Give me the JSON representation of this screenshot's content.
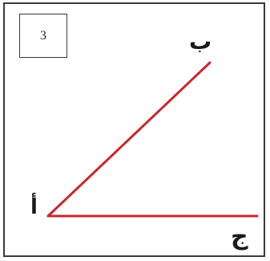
{
  "figure": {
    "number": "3",
    "vertex_labels": {
      "top": "ب",
      "vertex": "أ",
      "right": "ج"
    },
    "line_color": "#c9262e",
    "frame_color": "#3a3a3a"
  }
}
